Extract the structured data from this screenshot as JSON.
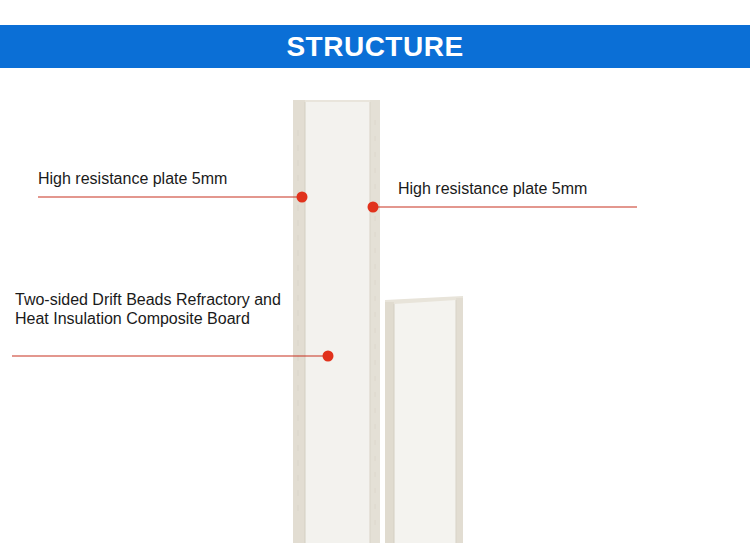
{
  "diagram": {
    "title": "STRUCTURE",
    "labels": [
      "High resistance plate 5mm",
      "High resistance plate 5mm",
      "Two-sided Drift Beads Refractory and Heat Insulation Composite Board"
    ]
  }
}
